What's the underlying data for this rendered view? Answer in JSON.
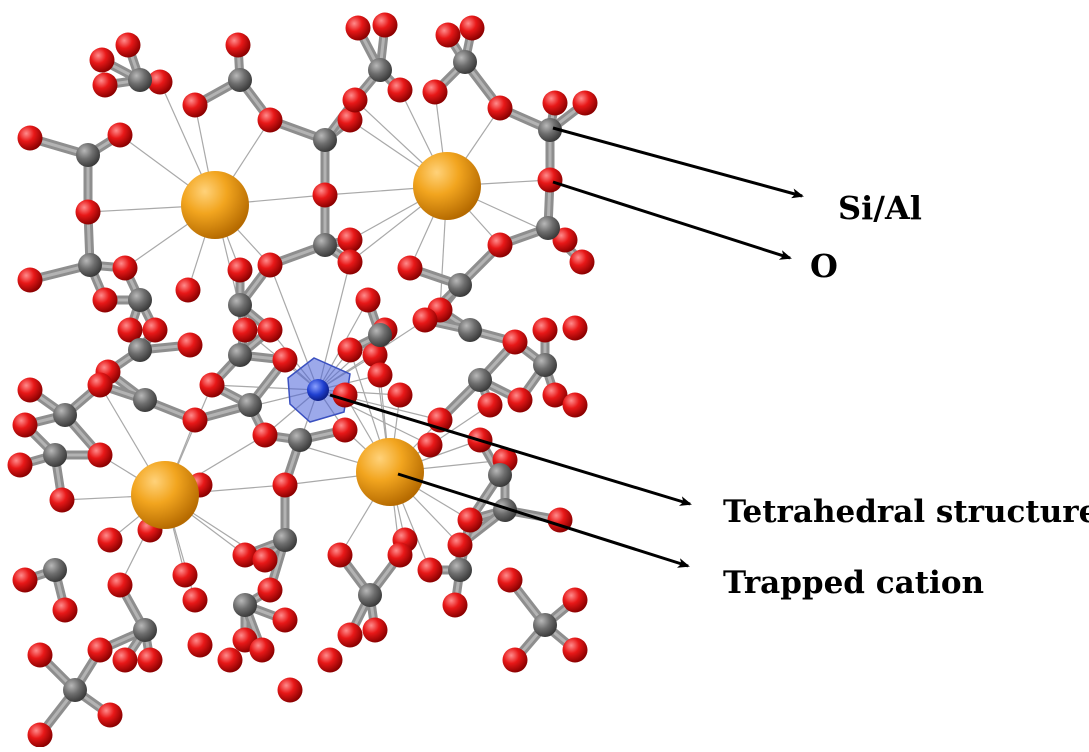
{
  "labels": {
    "si_al": "Si/Al",
    "oxygen": "O",
    "tetrahedral": "Tetrahedral structure",
    "trapped_cation": "Trapped cation"
  },
  "colors": {
    "oxygen": "#e01515",
    "silicon_aluminium": "#6e6e6e",
    "cation": "#f0a020",
    "tetrahedral_highlight": "#4a63d8",
    "bond": "#8e8e8e",
    "coordination_line": "#a9a9a9",
    "arrow": "#000000"
  },
  "atoms": {
    "cations": 4,
    "highlighted_tetrahedral_sites": 1
  }
}
